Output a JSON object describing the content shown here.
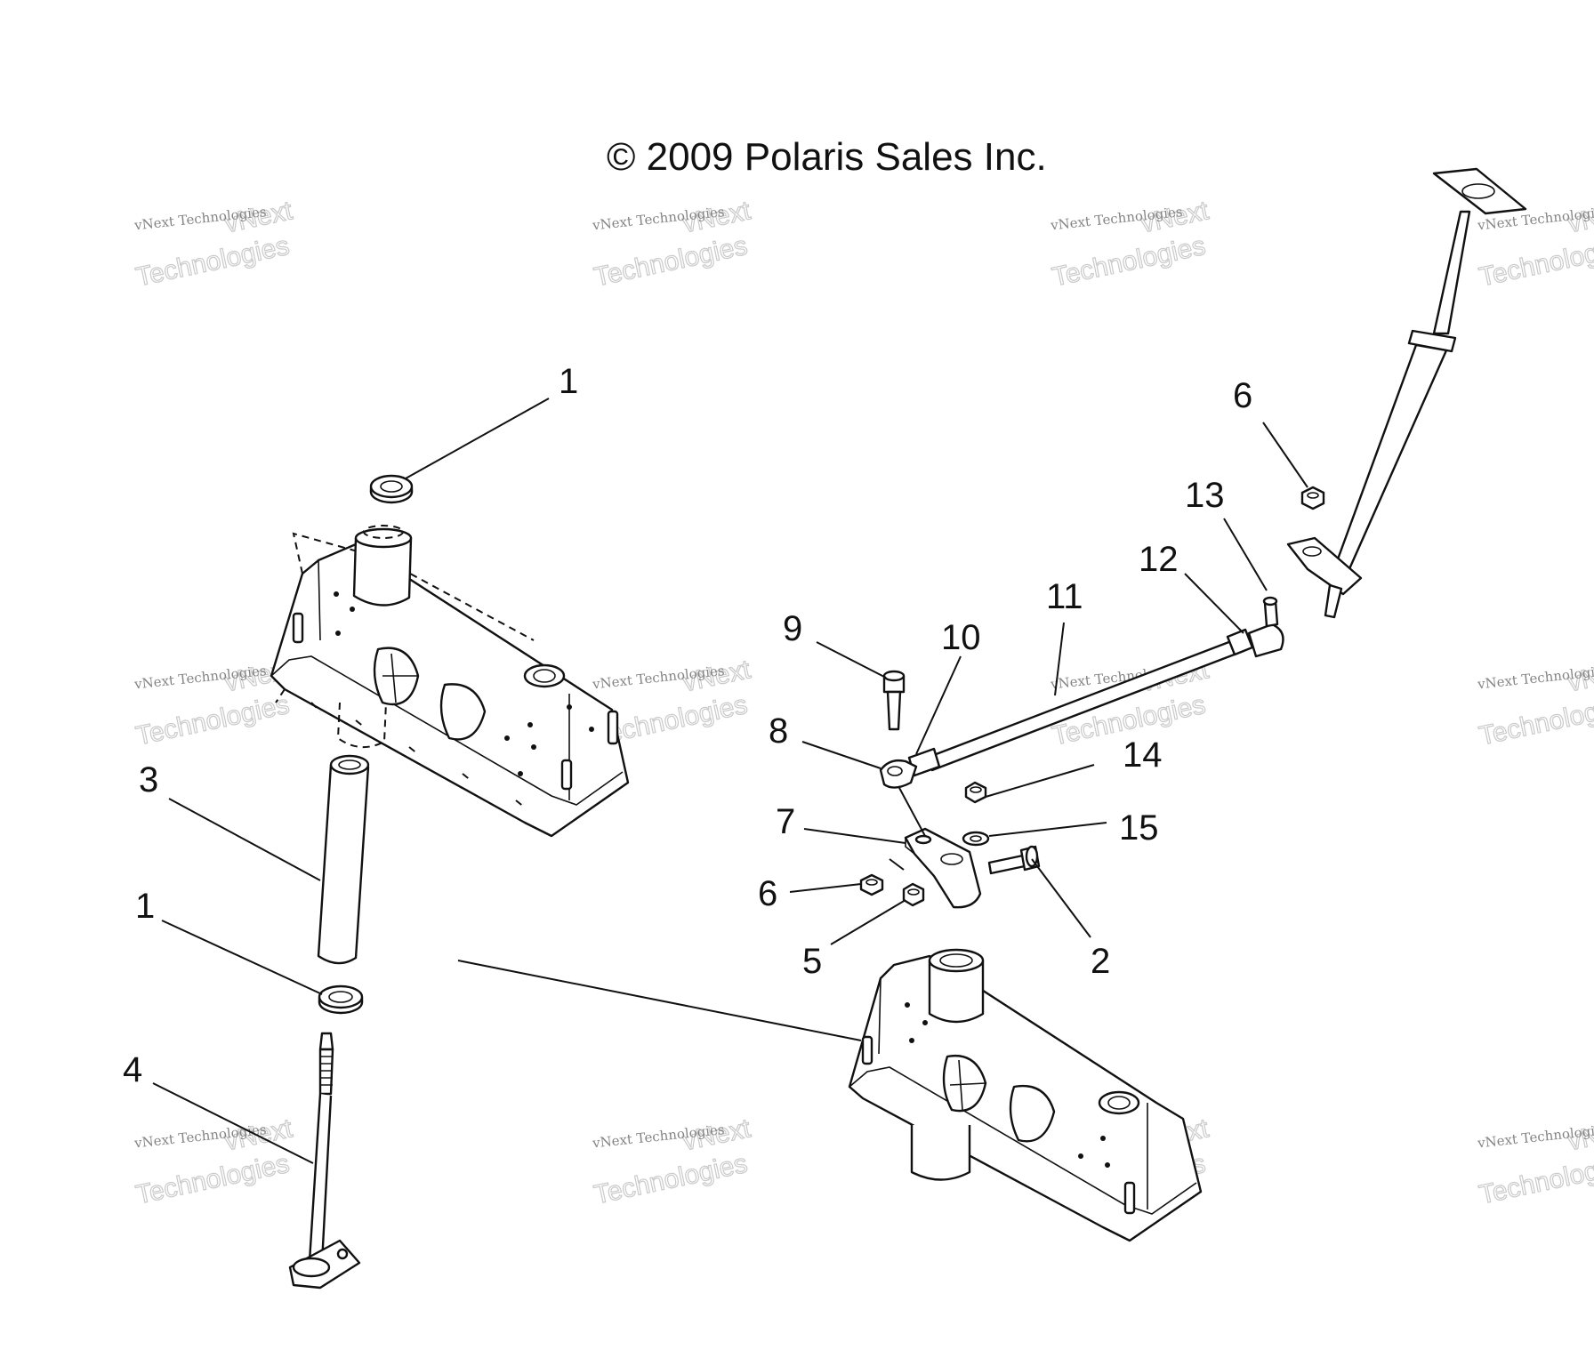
{
  "copyright": "© 2009 Polaris Sales Inc.",
  "watermark": {
    "line1": "vNext Technologies",
    "line2": "vNext Technologies"
  },
  "callouts": {
    "c1a": "1",
    "c1b": "1",
    "c2": "2",
    "c3": "3",
    "c4": "4",
    "c5": "5",
    "c6a": "6",
    "c6b": "6",
    "c7": "7",
    "c8": "8",
    "c9": "9",
    "c10": "10",
    "c11": "11",
    "c12": "12",
    "c13": "13",
    "c14": "14",
    "c15": "15"
  },
  "icons": [
    "frame-crossmember",
    "pivot-tube",
    "steering-post",
    "bushing",
    "tie-rod",
    "pitman-arm",
    "steering-column",
    "bolt",
    "nut",
    "washer"
  ]
}
